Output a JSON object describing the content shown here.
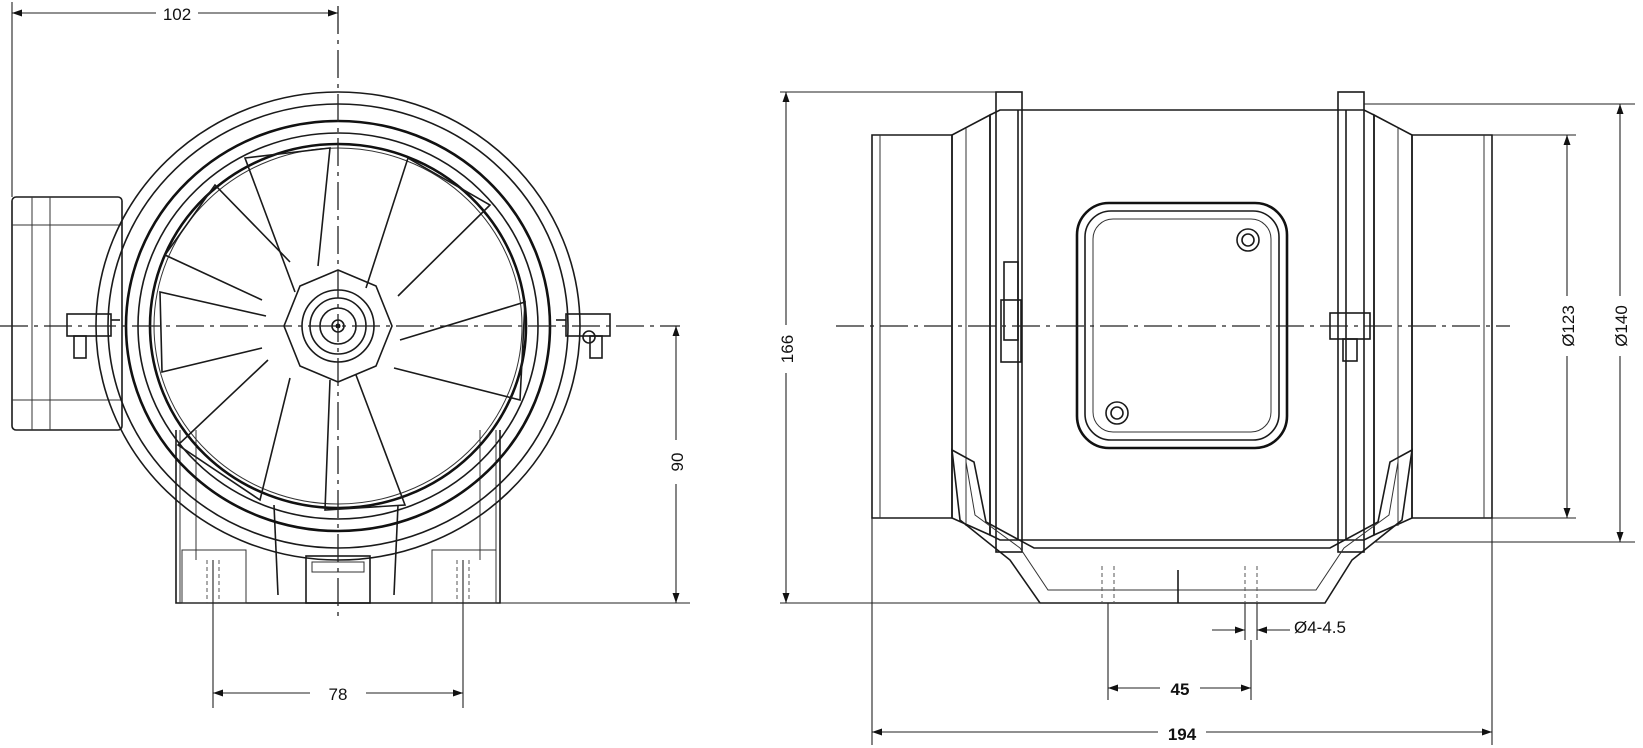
{
  "front_view": {
    "dim_width_total": "102",
    "dim_height_center": "90",
    "dim_mount_spacing": "78"
  },
  "side_view": {
    "dim_height_total": "166",
    "dim_inner_diameter": "Ø123",
    "dim_outer_diameter": "Ø140",
    "dim_hole_diameter": "Ø4-4.5",
    "dim_hole_spacing": "45",
    "dim_length_total": "194"
  },
  "colors": {
    "line": "#1a1a1a",
    "background": "#ffffff"
  }
}
